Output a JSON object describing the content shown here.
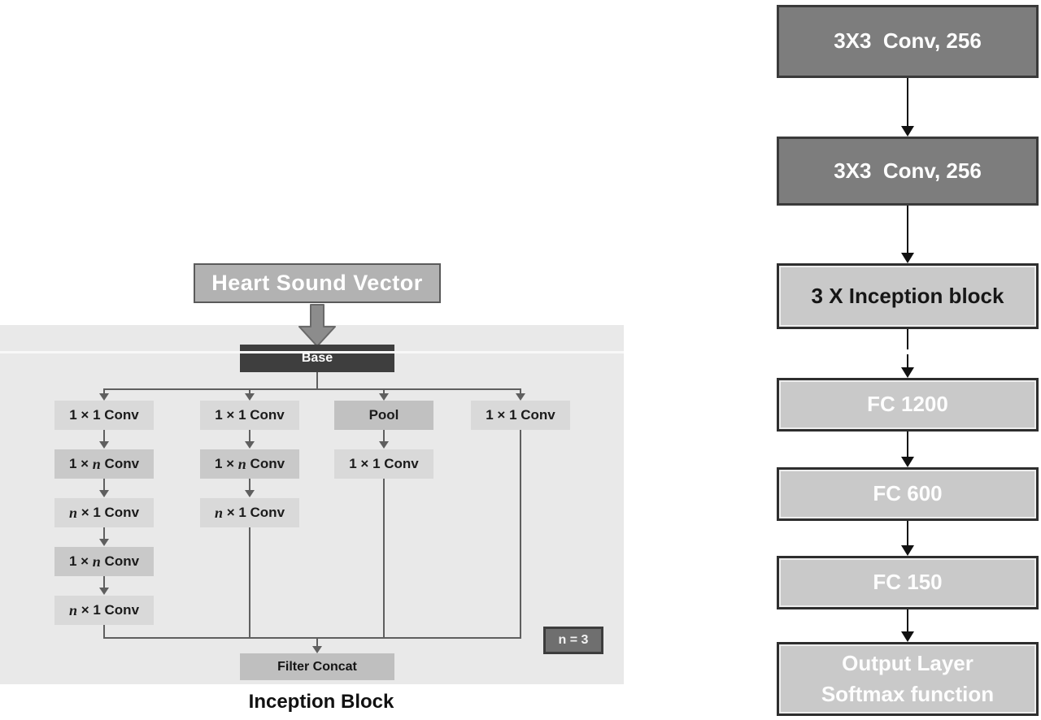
{
  "left_diagram": {
    "input_label": "Heart Sound Vector",
    "base_label": "Base",
    "columns": [
      {
        "boxes": [
          {
            "shade": "light",
            "segments": [
              {
                "t": "1 × 1 Conv"
              }
            ]
          },
          {
            "shade": "mid",
            "segments": [
              {
                "t": "1 × "
              },
              {
                "t": "n",
                "italic": true
              },
              {
                "t": " Conv"
              }
            ]
          },
          {
            "shade": "light",
            "segments": [
              {
                "t": "n",
                "italic": true
              },
              {
                "t": " × 1 Conv"
              }
            ]
          },
          {
            "shade": "mid",
            "segments": [
              {
                "t": "1 × "
              },
              {
                "t": "n",
                "italic": true
              },
              {
                "t": " Conv"
              }
            ]
          },
          {
            "shade": "light",
            "segments": [
              {
                "t": "n",
                "italic": true
              },
              {
                "t": " × 1 Conv"
              }
            ]
          }
        ]
      },
      {
        "boxes": [
          {
            "shade": "light",
            "segments": [
              {
                "t": "1 × 1 Conv"
              }
            ]
          },
          {
            "shade": "mid",
            "segments": [
              {
                "t": "1 × "
              },
              {
                "t": "n",
                "italic": true
              },
              {
                "t": " Conv"
              }
            ]
          },
          {
            "shade": "light",
            "segments": [
              {
                "t": "n",
                "italic": true
              },
              {
                "t": " × 1 Conv"
              }
            ]
          }
        ]
      },
      {
        "boxes": [
          {
            "shade": "pool",
            "segments": [
              {
                "t": "Pool"
              }
            ]
          },
          {
            "shade": "light",
            "segments": [
              {
                "t": "1 × 1 Conv"
              }
            ]
          }
        ]
      },
      {
        "boxes": [
          {
            "shade": "light",
            "segments": [
              {
                "t": "1 × 1 Conv"
              }
            ]
          }
        ]
      }
    ],
    "filter_concat_label": "Filter Concat",
    "n_note": "n = 3",
    "caption": "Inception Block"
  },
  "right_flow": {
    "boxes": [
      {
        "variant": "dark",
        "text": "white",
        "lines": [
          "3X3  Conv, 256"
        ]
      },
      {
        "variant": "dark",
        "text": "white",
        "lines": [
          "3X3  Conv, 256"
        ]
      },
      {
        "variant": "light",
        "text": "black",
        "lines": [
          "3 X Inception block"
        ]
      },
      {
        "variant": "light",
        "text": "white",
        "lines": [
          "FC 1200"
        ]
      },
      {
        "variant": "light",
        "text": "white",
        "lines": [
          "FC 600"
        ]
      },
      {
        "variant": "light",
        "text": "white",
        "lines": [
          "FC 150"
        ]
      },
      {
        "variant": "light",
        "text": "white",
        "lines": [
          "Output Layer",
          "Softmax function"
        ]
      }
    ]
  },
  "colors": {
    "panel": "#e9e9e9",
    "input_box": "#b2b2b2",
    "base": "#3e3e3e",
    "shade_light": "#d9d9d9",
    "shade_mid": "#c9c9c9",
    "shade_pool": "#c1c1c1",
    "concat_box": "#bfbfbf",
    "note_box": "#6f6f6f",
    "dark_box": "#7d7d7d",
    "light_box": "#c9c9c9",
    "line": "#5f5f5f",
    "arrow": "#111111"
  }
}
